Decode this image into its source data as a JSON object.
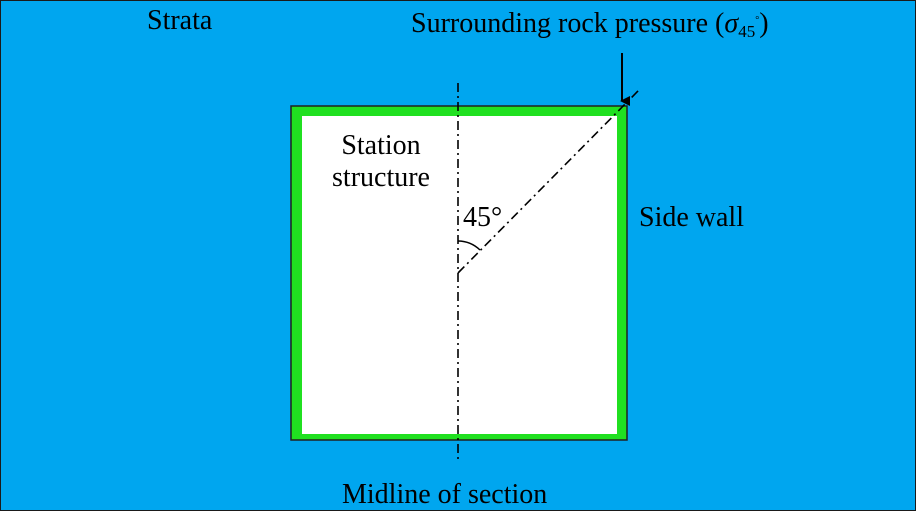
{
  "colors": {
    "strata": "#00a6ef",
    "wall": "#20e020",
    "wall_edge": "#202020",
    "interior": "#ffffff",
    "lines": "#000000"
  },
  "labels": {
    "strata": "Strata",
    "pressure_text": "Surrounding rock pressure (",
    "pressure_symbol": "σ",
    "pressure_subscript": "45",
    "pressure_superscript": "°",
    "pressure_close": ")",
    "station_line1": "Station",
    "station_line2": "structure",
    "angle": "45°",
    "side_wall": "Side wall",
    "midline": "Midline of section"
  }
}
